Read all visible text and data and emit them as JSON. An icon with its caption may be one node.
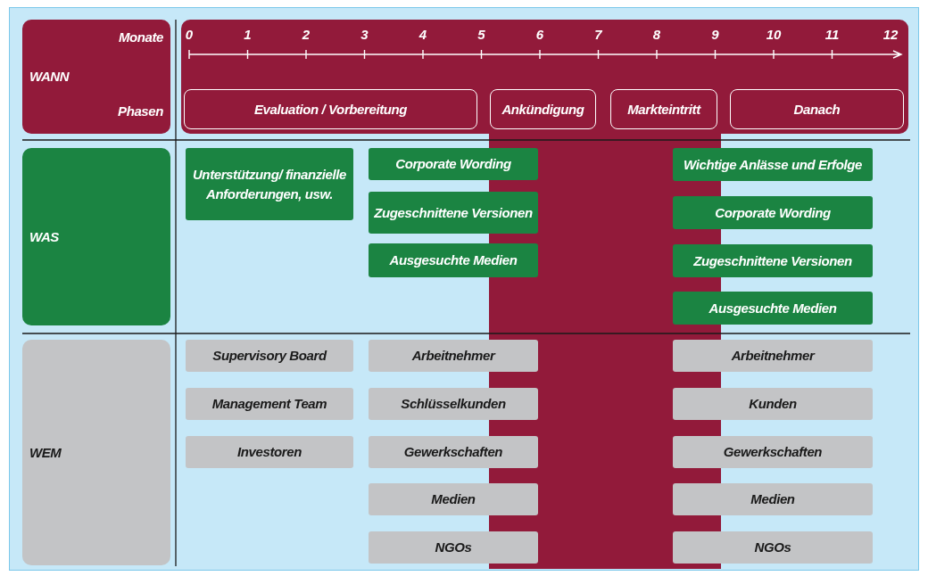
{
  "diagram": {
    "nodes": [
      {
        "text": [
          "Monate",
          "WANN",
          "Phasen"
        ]
      },
      {
        "text": [],
        "shape": "box"
      },
      {
        "text": [
          "Evaluation / Vorbereitung"
        ],
        "in": 1
      },
      {
        "text": [
          "Ankündigung"
        ],
        "in": 1
      },
      {
        "text": [
          "Markteintritt"
        ],
        "in": 1
      },
      {
        "text": [
          "Danach"
        ],
        "in": 1
      },
      {
        "text": [
          "WAS"
        ]
      },
      {
        "text": [
          "Unterstützung/ finanzielle Anforderungen, usw."
        ]
      },
      {
        "text": [
          "Corporate Wording"
        ]
      },
      {
        "text": [
          "Zugeschnittene Versionen"
        ]
      },
      {
        "text": [
          "Ausgesuchte Medien"
        ]
      },
      {
        "text": [
          "Wichtige Anlässe und Erfolge"
        ]
      },
      {
        "text": [
          "Corporate Wording"
        ]
      },
      {
        "text": [
          "Zugeschnittene Versionen"
        ]
      },
      {
        "text": [
          "Ausgesuchte Medien"
        ]
      },
      {
        "text": [
          "WEM"
        ]
      },
      {
        "text": [
          "Supervisory Board"
        ]
      },
      {
        "text": [
          "Management Team"
        ]
      },
      {
        "text": [
          "Investoren"
        ]
      },
      {
        "text": [
          "Arbeitnehmer"
        ]
      },
      {
        "text": [
          "Schlüsselkunden"
        ]
      },
      {
        "text": [
          "Gewerkschaften"
        ]
      },
      {
        "text": [
          "Medien"
        ]
      },
      {
        "text": [
          "NGOs"
        ]
      },
      {
        "text": [
          "Arbeitnehmer"
        ]
      },
      {
        "text": [
          "Kunden"
        ]
      },
      {
        "text": [
          "Gewerkschaften"
        ]
      },
      {
        "text": [
          "Medien"
        ]
      },
      {
        "text": [
          "NGOs"
        ]
      },
      {
        "text": [],
        "shape": "bar"
      }
    ],
    "edges": [],
    "labels": [
      "0",
      "1",
      "2",
      "3",
      "4",
      "5",
      "6",
      "7",
      "8",
      "9",
      "10",
      "11",
      "12"
    ]
  }
}
